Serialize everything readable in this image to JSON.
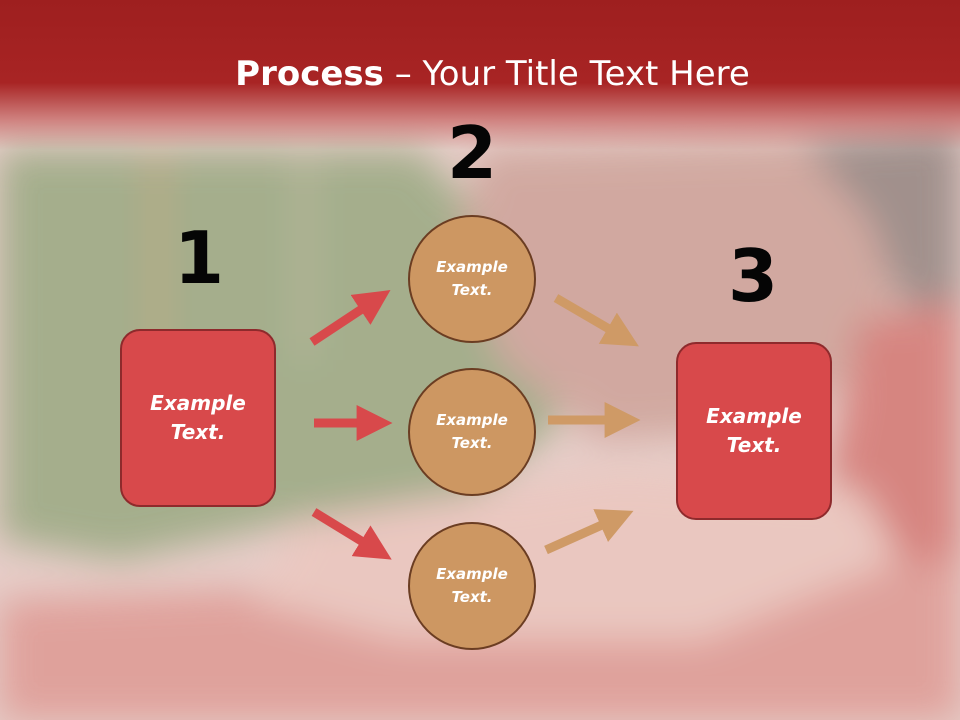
{
  "title": {
    "bold": "Process",
    "separator": " – ",
    "rest": "Your Title Text Here"
  },
  "steps": [
    {
      "number": "1",
      "text": "Example\nText."
    },
    {
      "number": "2"
    },
    {
      "number": "3",
      "text": "Example\nText."
    }
  ],
  "circles": [
    {
      "text": "Example\nText."
    },
    {
      "text": "Example\nText."
    },
    {
      "text": "Example\nText."
    }
  ],
  "colors": {
    "header": "#a82424",
    "box_fill": "#d8494b",
    "box_border": "#8e2a2c",
    "circle_fill": "#cd9762",
    "circle_border": "#6b3d22",
    "red_arrow": "#d8494b",
    "tan_arrow": "#cf9a66"
  }
}
